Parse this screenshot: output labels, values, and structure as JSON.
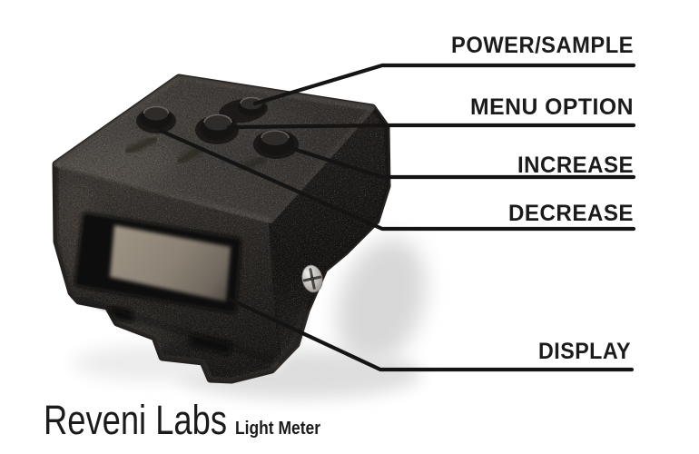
{
  "callouts": [
    {
      "id": "power-sample",
      "label": "POWER/SAMPLE",
      "points_to": "power-sample-button"
    },
    {
      "id": "menu-option",
      "label": "MENU OPTION",
      "points_to": "menu-option-button"
    },
    {
      "id": "increase",
      "label": "INCREASE",
      "points_to": "increase-button"
    },
    {
      "id": "decrease",
      "label": "DECREASE",
      "points_to": "decrease-button"
    },
    {
      "id": "display",
      "label": "DISPLAY",
      "points_to": "display-screen"
    }
  ],
  "brand": {
    "name": "Reveni Labs",
    "product": "Light Meter"
  },
  "device": {
    "kind": "shoe-mount light meter, black 3D-printed cube",
    "features": [
      "power-sample-button",
      "menu-option-button",
      "increase-button",
      "decrease-button",
      "display-screen",
      "side-screw",
      "shoe-mount"
    ]
  },
  "colors": {
    "background": "#ffffff",
    "callout_line": "#141414",
    "label_text": "#1b1b1b",
    "device_top_face": "#403c39",
    "device_front_face": "#2a2725",
    "device_right_face": "#171514",
    "lcd_screen": "#8e8578",
    "screw": "#cfccc7"
  }
}
